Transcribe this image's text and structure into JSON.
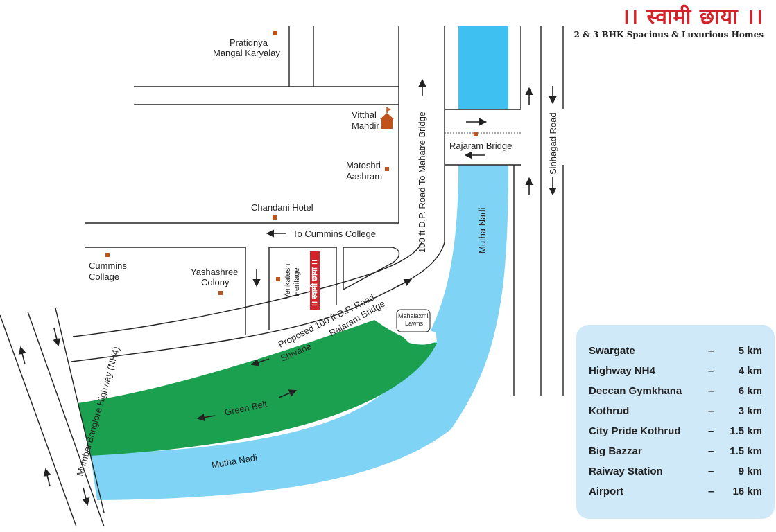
{
  "brand": {
    "title": "।। स्वामी छाया ।।",
    "tagline": "2 & 3 BHK Spacious & Luxurious Homes",
    "accent_color": "#d2232a"
  },
  "colors": {
    "river": "#7fd3f5",
    "river_north": "#3ec1f0",
    "green_belt": "#1ba04f",
    "marker": "#c0531b",
    "road_line": "#222222"
  },
  "map": {
    "landmarks": [
      {
        "id": "pratidnya",
        "lines": [
          "Pratidnya",
          "Mangal Karyalay"
        ]
      },
      {
        "id": "vitthal",
        "lines": [
          "Vitthal",
          "Mandir"
        ],
        "icon": "temple-icon"
      },
      {
        "id": "matoshri",
        "lines": [
          "Matoshri",
          "Aashram"
        ]
      },
      {
        "id": "chandani",
        "lines": [
          "Chandani Hotel"
        ]
      },
      {
        "id": "cummins",
        "lines": [
          "Cummins",
          "Collage"
        ]
      },
      {
        "id": "yashashree",
        "lines": [
          "Yashashree",
          "Colony"
        ]
      },
      {
        "id": "venkatesh",
        "lines": [
          "Venkatesh",
          "Heritage"
        ]
      },
      {
        "id": "rajaram-bridge",
        "lines": [
          "Rajaram Bridge"
        ]
      },
      {
        "id": "mahalaxmi",
        "lines": [
          "Mahalaxmi",
          "Lawns"
        ]
      }
    ],
    "road_labels": {
      "to_cummins": "To Cummins College",
      "dp_road": "100 ft D.P. Road To Mahatre Bridge",
      "sinhagad": "Sinhagad Road",
      "proposed": "Proposed 100 ft D.P. Road",
      "shivane": "Shivane",
      "rajaram_bridge": "Rajaram Bridge",
      "highway": "Mumbai Banglore Highway (NH4)",
      "green_belt": "Green Belt",
      "mutha_nadi": "Mutha Nadi"
    },
    "site_label": "।। स्वामी छाया ।।"
  },
  "distances": {
    "items": [
      {
        "place": "Swargate",
        "dash": "–",
        "distance": "5 km"
      },
      {
        "place": "Highway NH4",
        "dash": "–",
        "distance": "4 km"
      },
      {
        "place": "Deccan Gymkhana",
        "dash": "–",
        "distance": "6 km"
      },
      {
        "place": "Kothrud",
        "dash": "–",
        "distance": "3 km"
      },
      {
        "place": "City Pride Kothrud",
        "dash": "–",
        "distance": "1.5 km"
      },
      {
        "place": "Big Bazzar",
        "dash": "–",
        "distance": "1.5 km"
      },
      {
        "place": "Raiway Station",
        "dash": "–",
        "distance": "9 km"
      },
      {
        "place": "Airport",
        "dash": "–",
        "distance": "16 km"
      }
    ]
  }
}
